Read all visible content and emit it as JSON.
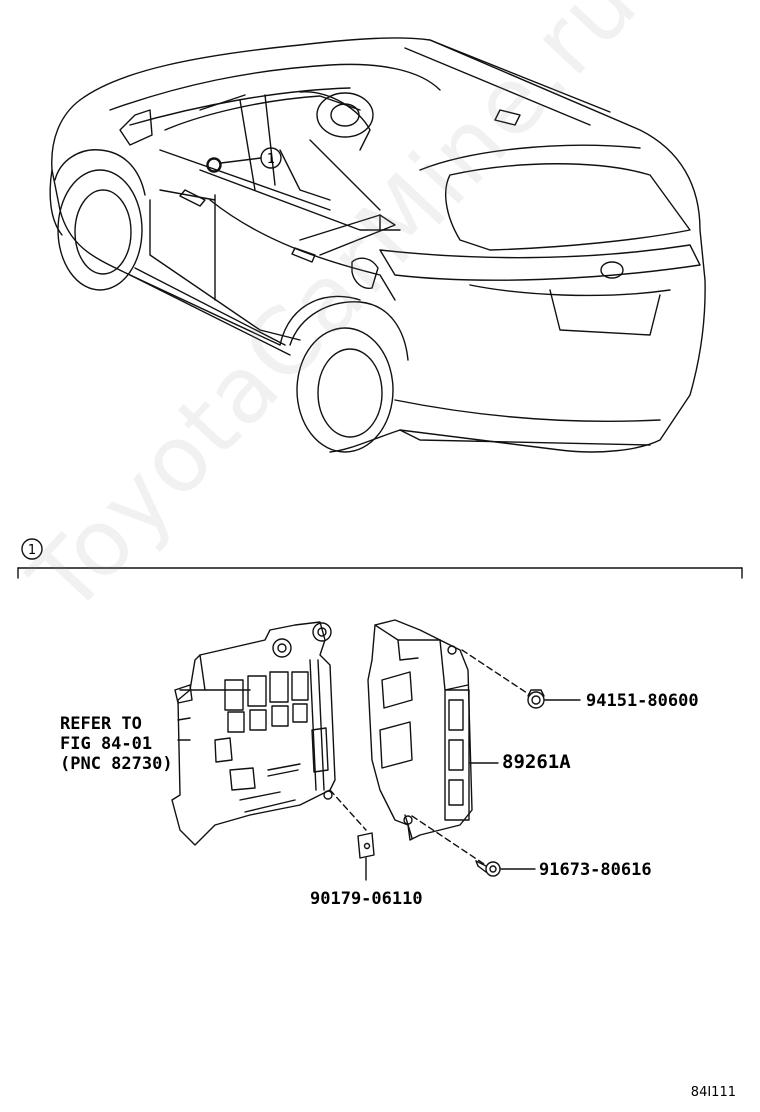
{
  "watermark": "ToyotaCarMine.ru",
  "callout": "1",
  "section_marker": "1",
  "refer_note": {
    "line1": "REFER TO",
    "line2": "FIG 84-01",
    "line3": "(PNC 82730)"
  },
  "parts": {
    "nut": "94151-80600",
    "module": "89261A",
    "bolt": "91673-80616",
    "clip": "90179-06110"
  },
  "figure_code": "84I111"
}
